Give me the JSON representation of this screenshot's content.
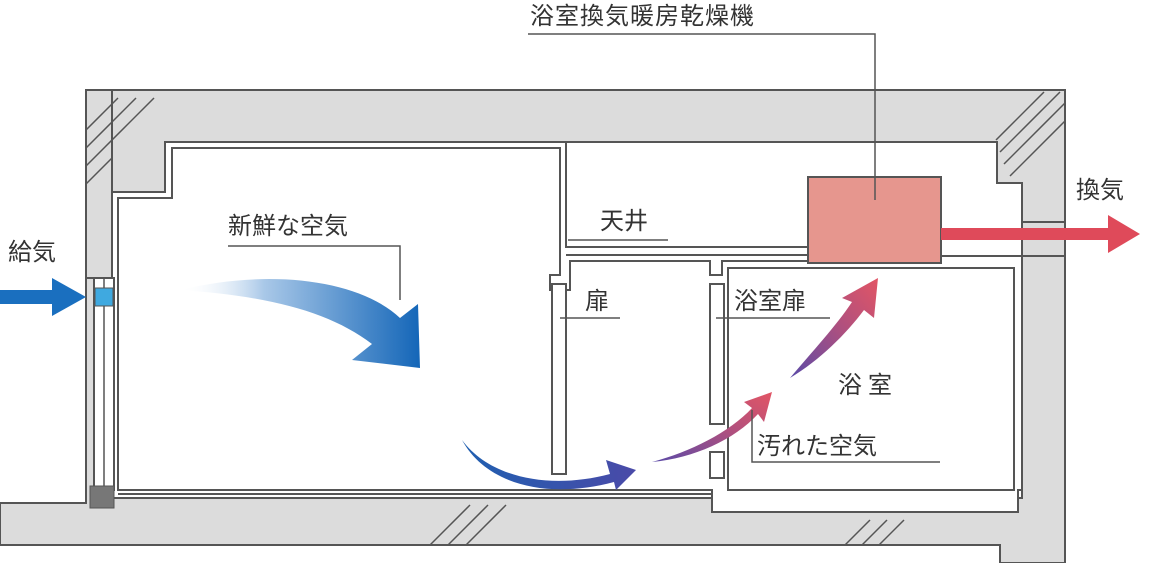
{
  "labels": {
    "unit": "浴室換気暖房乾燥機",
    "exhaust": "換気",
    "supply": "給気",
    "fresh_air": "新鮮な空気",
    "ceiling": "天井",
    "door": "扉",
    "bathroom_door": "浴室扉",
    "bathroom": "浴室",
    "dirty_air": "汚れた空気"
  },
  "colors": {
    "wall": "#dcdcdc",
    "wall_line": "#555555",
    "fresh_air": "#1a6fbf",
    "dirty_air": "#d94a5c",
    "unit_fill": "#e6968e",
    "vent": "#3fa9e0"
  }
}
